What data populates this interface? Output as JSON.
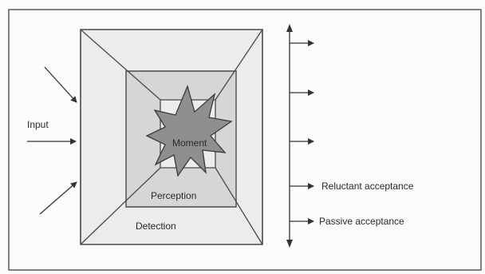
{
  "labels": {
    "input": "Input",
    "inner_core": "Moment",
    "perception": "Perception",
    "detection": "Detection"
  },
  "scale": {
    "items": [
      "",
      "",
      "",
      "Reluctant acceptance",
      "Passive acceptance"
    ]
  },
  "colors": {
    "frame": "#4a4a4a",
    "outer_square": "#ececec",
    "middle_square": "#d6d6d6",
    "inner_square": "#ededed",
    "burst": "#8f8f8f"
  }
}
